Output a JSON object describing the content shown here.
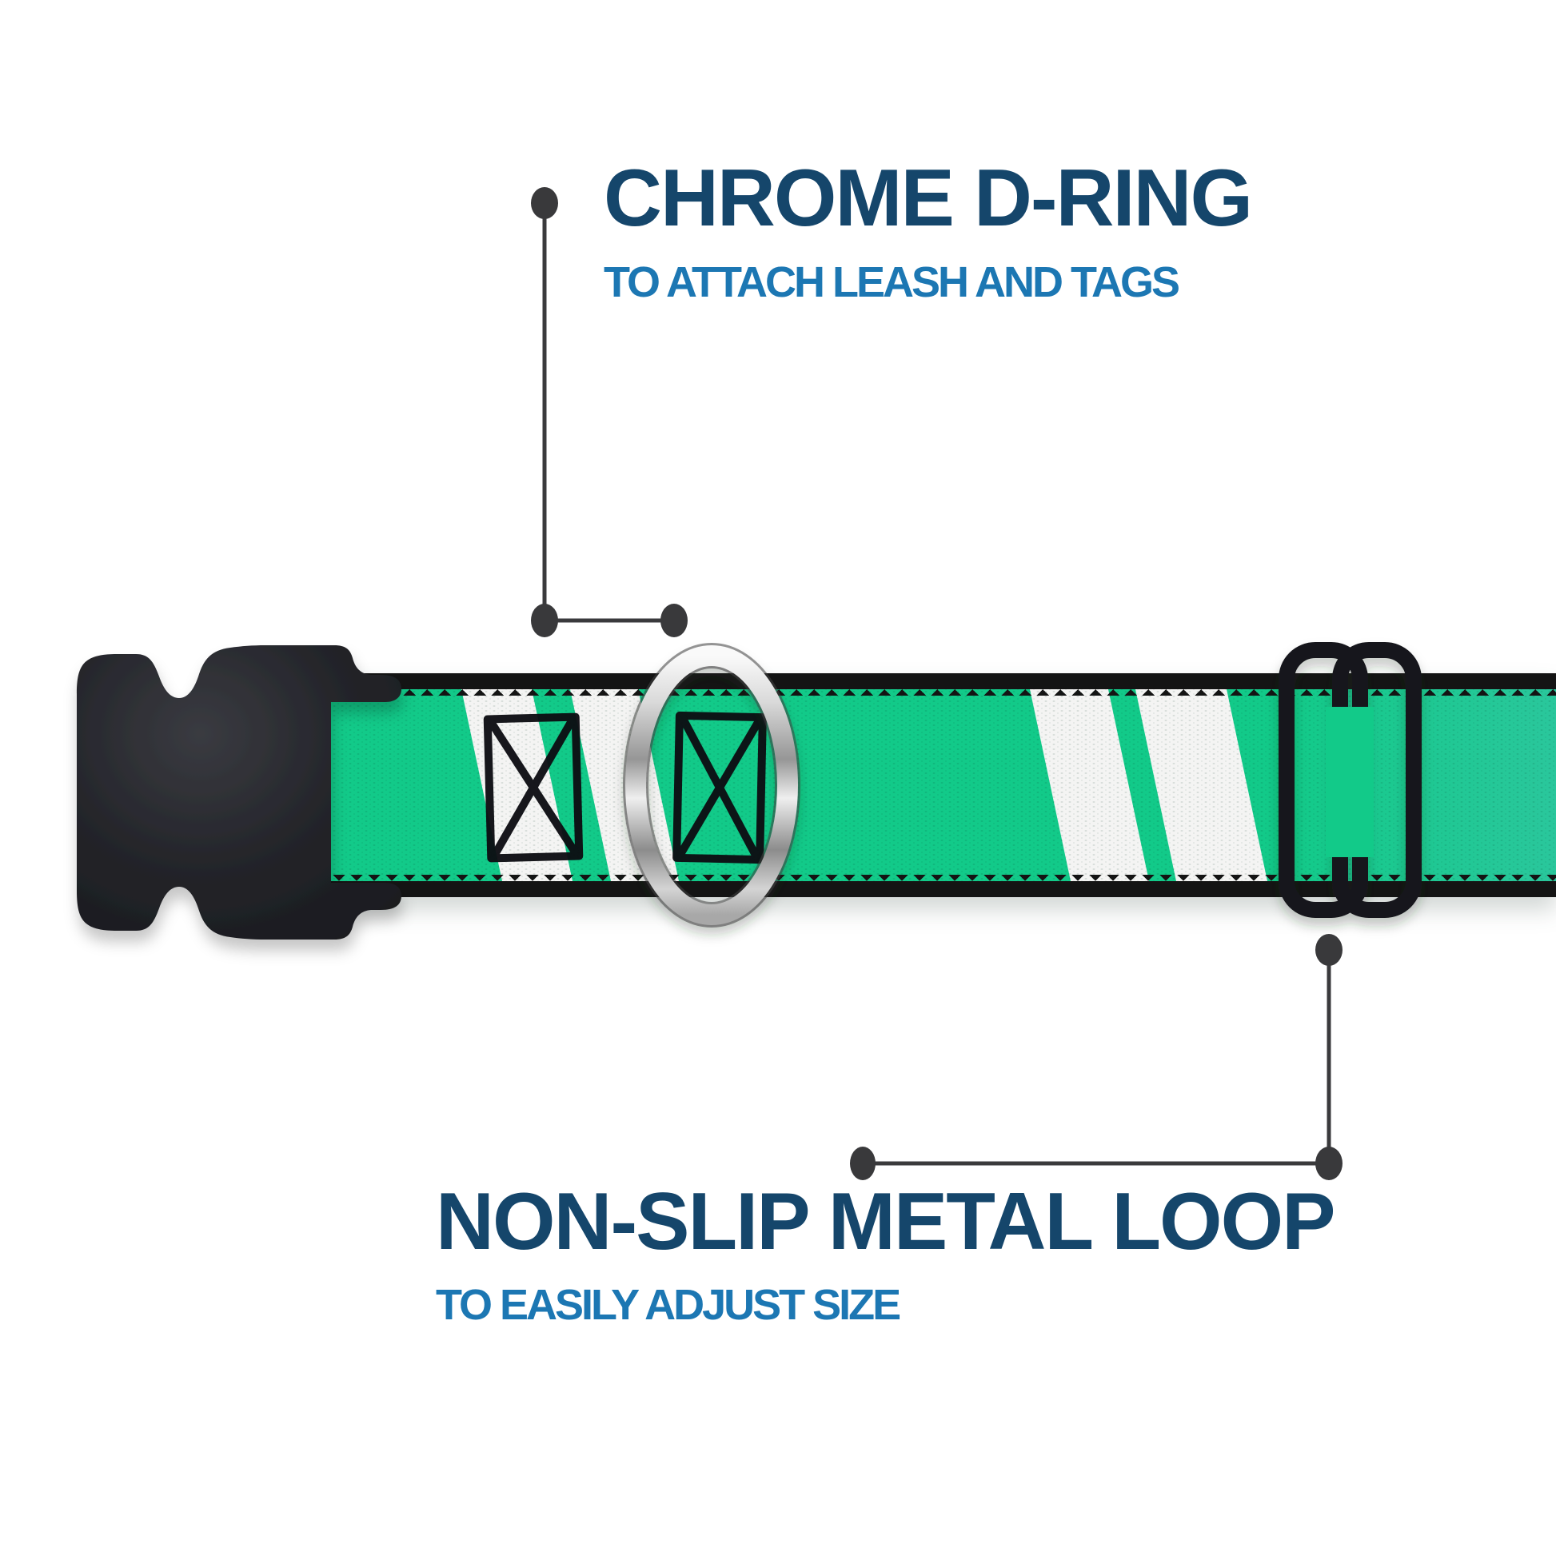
{
  "canvas": {
    "background": "#ffffff"
  },
  "callouts": {
    "top": {
      "title": "CHROME D-RING",
      "subtitle": "TO ATTACH LEASH AND TAGS"
    },
    "bottom": {
      "title": "NON-SLIP METAL LOOP",
      "subtitle": "TO EASILY ADJUST SIZE"
    }
  },
  "colors": {
    "title_navy": "#15466b",
    "subtitle_blue": "#1c77b3",
    "connector_gray": "#3a3a3c",
    "webbing_green": "#12ca89",
    "stripe_white": "#f4f4f3",
    "webbing_edge_black": "#141414",
    "plastic_black": "#1d1e22",
    "chrome_silver": "#c9c9c9"
  }
}
